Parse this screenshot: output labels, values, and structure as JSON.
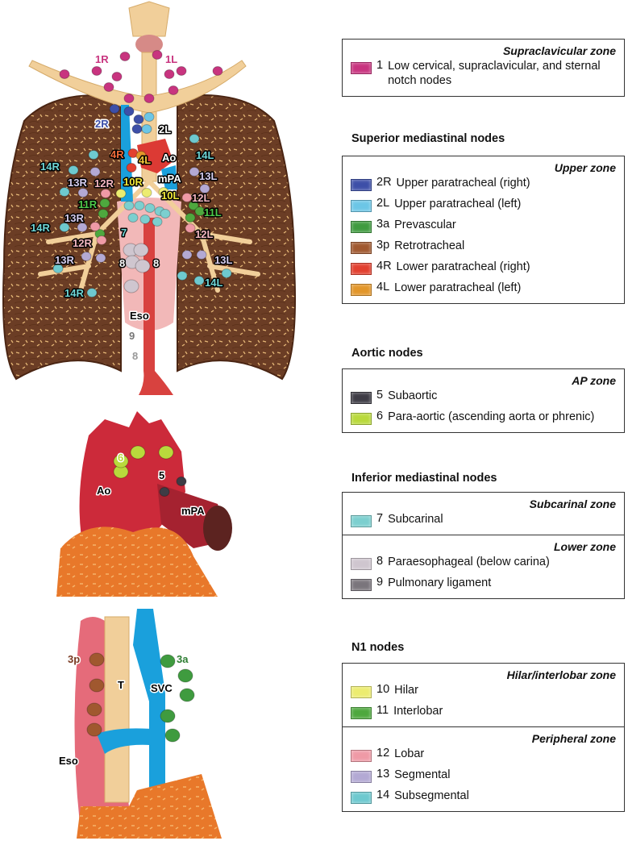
{
  "illustration": {
    "labels": {
      "n1R": "1R",
      "n1L": "1L",
      "n2R": "2R",
      "n2L": "2L",
      "n4R": "4R",
      "n4L": "4L",
      "ao": "Ao",
      "mpa": "mPA",
      "n10R": "10R",
      "n10L": "10L",
      "n11R": "11R",
      "n11L": "11L",
      "n12R": "12R",
      "n12L": "12L",
      "n13R": "13R",
      "n13L": "13L",
      "n14R": "14R",
      "n14L": "14L",
      "n7": "7",
      "n8": "8",
      "n9": "9",
      "eso": "Eso",
      "n5": "5",
      "n6": "6",
      "n3p": "3p",
      "n3a": "3a",
      "t": "T",
      "svc": "SVC"
    }
  },
  "legend": {
    "groups": [
      {
        "heading": "",
        "sections": [
          {
            "zone": "Supraclavicular zone",
            "items": [
              {
                "code": "1",
                "label": "Low cervical, supraclavicular, and sternal notch nodes",
                "color": "#c8347f"
              }
            ]
          }
        ]
      },
      {
        "heading": "Superior mediastinal nodes",
        "sections": [
          {
            "zone": "Upper zone",
            "items": [
              {
                "code": "2R",
                "label": "Upper paratracheal (right)",
                "color": "#3d4fa8"
              },
              {
                "code": "2L",
                "label": "Upper paratracheal (left)",
                "color": "#6cc6e6"
              },
              {
                "code": "3a",
                "label": "Prevascular",
                "color": "#3f9b3f"
              },
              {
                "code": "3p",
                "label": "Retrotracheal",
                "color": "#a0582f"
              },
              {
                "code": "4R",
                "label": "Lower paratracheal (right)",
                "color": "#e2402f"
              },
              {
                "code": "4L",
                "label": "Lower paratracheal (left)",
                "color": "#e2962a"
              }
            ]
          }
        ]
      },
      {
        "heading": "Aortic nodes",
        "sections": [
          {
            "zone": "AP zone",
            "items": [
              {
                "code": "5",
                "label": "Subaortic",
                "color": "#3e3c45"
              },
              {
                "code": "6",
                "label": "Para-aortic (ascending aorta or phrenic)",
                "color": "#b9d93c"
              }
            ]
          }
        ]
      },
      {
        "heading": "Inferior mediastinal nodes",
        "sections": [
          {
            "zone": "Subcarinal zone",
            "items": [
              {
                "code": "7",
                "label": "Subcarinal",
                "color": "#7ccfcf"
              }
            ]
          },
          {
            "zone": "Lower zone",
            "items": [
              {
                "code": "8",
                "label": "Paraesophageal (below carina)",
                "color": "#cfc6cf"
              },
              {
                "code": "9",
                "label": "Pulmonary ligament",
                "color": "#7a757c"
              }
            ]
          }
        ]
      },
      {
        "heading": "N1 nodes",
        "sections": [
          {
            "zone": "Hilar/interlobar zone",
            "items": [
              {
                "code": "10",
                "label": "Hilar",
                "color": "#ecec70"
              },
              {
                "code": "11",
                "label": "Interlobar",
                "color": "#4ea83e"
              }
            ]
          },
          {
            "zone": "Peripheral zone",
            "items": [
              {
                "code": "12",
                "label": "Lobar",
                "color": "#ef9aa6"
              },
              {
                "code": "13",
                "label": "Segmental",
                "color": "#b3a9d4"
              },
              {
                "code": "14",
                "label": "Subsegmental",
                "color": "#6ec9cf"
              }
            ]
          }
        ]
      }
    ]
  }
}
